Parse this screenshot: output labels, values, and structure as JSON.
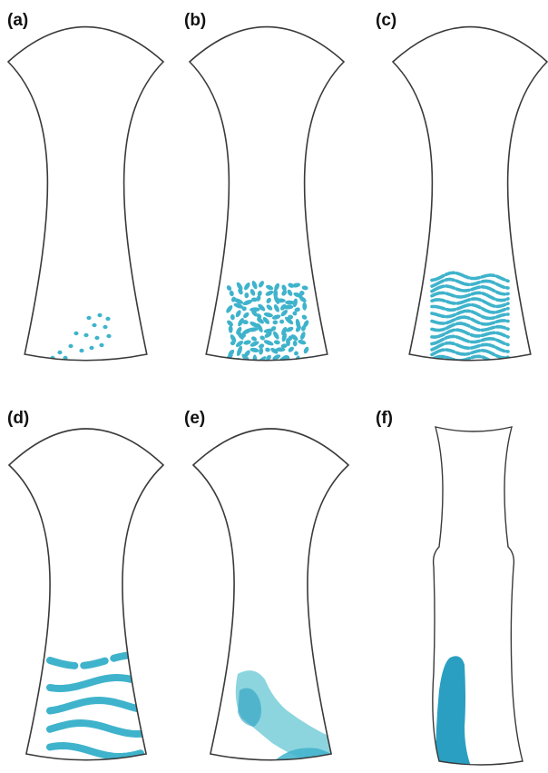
{
  "panels": [
    {
      "label": "(a)",
      "pattern": "sparse spots"
    },
    {
      "label": "(b)",
      "pattern": "dense spots"
    },
    {
      "label": "(c)",
      "pattern": "labyrinthine stripes"
    },
    {
      "label": "(d)",
      "pattern": "transverse stripes"
    },
    {
      "label": "(e)",
      "pattern": "broad blobs"
    },
    {
      "label": "(f)",
      "pattern": "single patch"
    }
  ],
  "colors": {
    "outline": "#3a3a3a",
    "pattern": "#3fb3cc",
    "pattern_light": "#7fd0dc",
    "pattern_dark": "#2a9fc2",
    "background": "#ffffff"
  }
}
